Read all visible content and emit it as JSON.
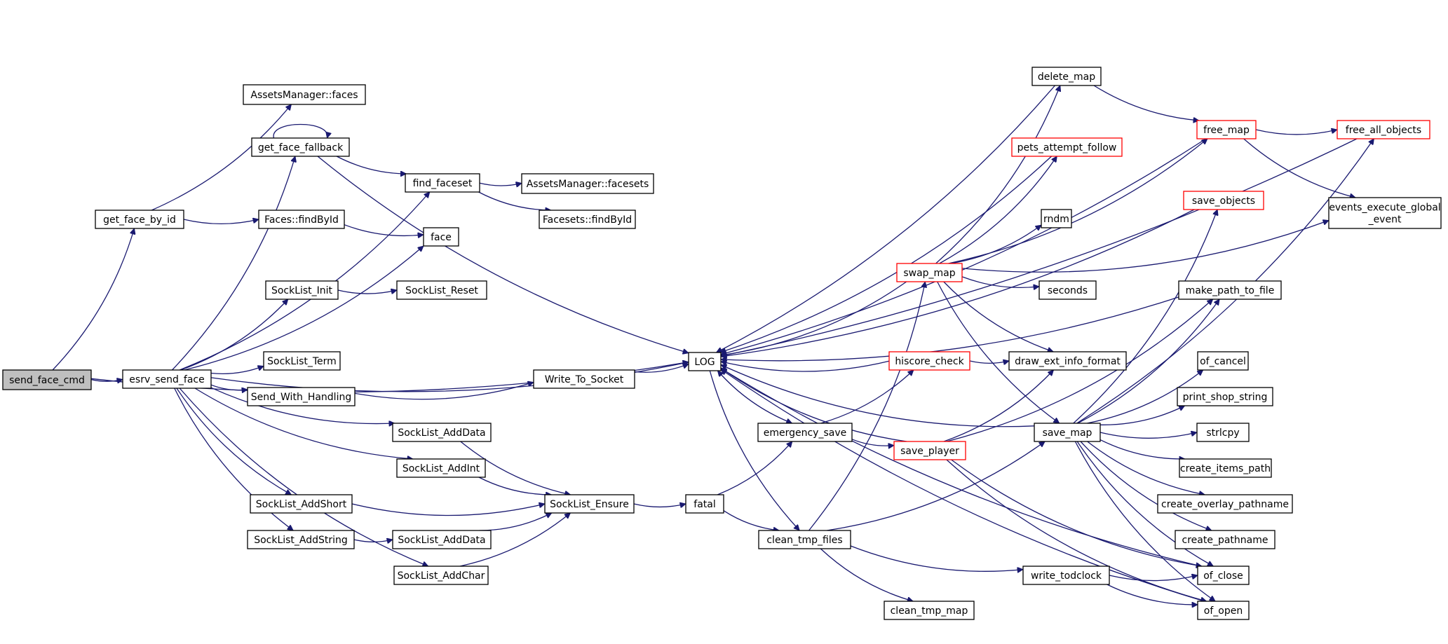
{
  "nodes": [
    {
      "id": "send_face_cmd",
      "lines": [
        "send_face_cmd"
      ],
      "style": "root"
    },
    {
      "id": "get_face_by_id",
      "lines": [
        "get_face_by_id"
      ]
    },
    {
      "id": "esrv_send_face",
      "lines": [
        "esrv_send_face"
      ]
    },
    {
      "id": "am_faces",
      "lines": [
        "AssetsManager::faces"
      ]
    },
    {
      "id": "get_face_fallback",
      "lines": [
        "get_face_fallback"
      ]
    },
    {
      "id": "find_faceset",
      "lines": [
        "find_faceset"
      ]
    },
    {
      "id": "am_facesets",
      "lines": [
        "AssetsManager::facesets"
      ]
    },
    {
      "id": "faces_findbyid",
      "lines": [
        "Faces::findById"
      ]
    },
    {
      "id": "facesets_findbyid",
      "lines": [
        "Facesets::findById"
      ]
    },
    {
      "id": "face",
      "lines": [
        "face"
      ]
    },
    {
      "id": "socklist_init",
      "lines": [
        "SockList_Init"
      ]
    },
    {
      "id": "socklist_reset",
      "lines": [
        "SockList_Reset"
      ]
    },
    {
      "id": "socklist_term",
      "lines": [
        "SockList_Term"
      ]
    },
    {
      "id": "send_with_handling",
      "lines": [
        "Send_With_Handling"
      ]
    },
    {
      "id": "write_to_socket",
      "lines": [
        "Write_To_Socket"
      ]
    },
    {
      "id": "socklist_adddata1",
      "lines": [
        "SockList_AddData"
      ]
    },
    {
      "id": "socklist_addint",
      "lines": [
        "SockList_AddInt"
      ]
    },
    {
      "id": "socklist_addshort",
      "lines": [
        "SockList_AddShort"
      ]
    },
    {
      "id": "socklist_addstring",
      "lines": [
        "SockList_AddString"
      ]
    },
    {
      "id": "socklist_adddata2",
      "lines": [
        "SockList_AddData"
      ]
    },
    {
      "id": "socklist_addchar",
      "lines": [
        "SockList_AddChar"
      ]
    },
    {
      "id": "socklist_ensure",
      "lines": [
        "SockList_Ensure"
      ]
    },
    {
      "id": "fatal",
      "lines": [
        "fatal"
      ]
    },
    {
      "id": "log",
      "lines": [
        "LOG"
      ]
    },
    {
      "id": "emergency_save",
      "lines": [
        "emergency_save"
      ]
    },
    {
      "id": "clean_tmp_files",
      "lines": [
        "clean_tmp_files"
      ]
    },
    {
      "id": "clean_tmp_map",
      "lines": [
        "clean_tmp_map"
      ]
    },
    {
      "id": "swap_map",
      "lines": [
        "swap_map"
      ],
      "style": "red"
    },
    {
      "id": "hiscore_check",
      "lines": [
        "hiscore_check"
      ],
      "style": "red"
    },
    {
      "id": "save_player",
      "lines": [
        "save_player"
      ],
      "style": "red"
    },
    {
      "id": "delete_map",
      "lines": [
        "delete_map"
      ]
    },
    {
      "id": "pets_attempt_follow",
      "lines": [
        "pets_attempt_follow"
      ],
      "style": "red"
    },
    {
      "id": "rndm",
      "lines": [
        "rndm"
      ]
    },
    {
      "id": "seconds",
      "lines": [
        "seconds"
      ]
    },
    {
      "id": "draw_ext_info_format",
      "lines": [
        "draw_ext_info_format"
      ]
    },
    {
      "id": "save_map",
      "lines": [
        "save_map"
      ]
    },
    {
      "id": "write_todclock",
      "lines": [
        "write_todclock"
      ]
    },
    {
      "id": "free_map",
      "lines": [
        "free_map"
      ],
      "style": "red"
    },
    {
      "id": "save_objects",
      "lines": [
        "save_objects"
      ],
      "style": "red"
    },
    {
      "id": "free_all_objects",
      "lines": [
        "free_all_objects"
      ],
      "style": "red"
    },
    {
      "id": "events_execute_global_event",
      "lines": [
        "events_execute_global",
        "_event"
      ]
    },
    {
      "id": "make_path_to_file",
      "lines": [
        "make_path_to_file"
      ]
    },
    {
      "id": "of_cancel",
      "lines": [
        "of_cancel"
      ]
    },
    {
      "id": "print_shop_string",
      "lines": [
        "print_shop_string"
      ]
    },
    {
      "id": "strlcpy",
      "lines": [
        "strlcpy"
      ]
    },
    {
      "id": "create_items_path",
      "lines": [
        "create_items_path"
      ]
    },
    {
      "id": "create_overlay_pathname",
      "lines": [
        "create_overlay_pathname"
      ]
    },
    {
      "id": "create_pathname",
      "lines": [
        "create_pathname"
      ]
    },
    {
      "id": "of_close",
      "lines": [
        "of_close"
      ]
    },
    {
      "id": "of_open",
      "lines": [
        "of_open"
      ]
    }
  ],
  "edges": [
    {
      "from": "send_face_cmd",
      "to": "get_face_by_id"
    },
    {
      "from": "send_face_cmd",
      "to": "esrv_send_face"
    },
    {
      "from": "send_face_cmd",
      "to": "log"
    },
    {
      "from": "get_face_by_id",
      "to": "am_faces"
    },
    {
      "from": "get_face_by_id",
      "to": "faces_findbyid"
    },
    {
      "from": "esrv_send_face",
      "to": "get_face_fallback"
    },
    {
      "from": "esrv_send_face",
      "to": "find_faceset"
    },
    {
      "from": "esrv_send_face",
      "to": "face"
    },
    {
      "from": "esrv_send_face",
      "to": "socklist_init"
    },
    {
      "from": "esrv_send_face",
      "to": "log"
    },
    {
      "from": "esrv_send_face",
      "to": "socklist_term"
    },
    {
      "from": "esrv_send_face",
      "to": "send_with_handling"
    },
    {
      "from": "esrv_send_face",
      "to": "socklist_adddata1"
    },
    {
      "from": "esrv_send_face",
      "to": "socklist_addint"
    },
    {
      "from": "esrv_send_face",
      "to": "socklist_addshort"
    },
    {
      "from": "esrv_send_face",
      "to": "socklist_addstring"
    },
    {
      "from": "esrv_send_face",
      "to": "socklist_addchar"
    },
    {
      "from": "get_face_fallback",
      "to": "get_face_fallback"
    },
    {
      "from": "get_face_fallback",
      "to": "find_faceset"
    },
    {
      "from": "get_face_fallback",
      "to": "log"
    },
    {
      "from": "find_faceset",
      "to": "am_facesets"
    },
    {
      "from": "find_faceset",
      "to": "facesets_findbyid"
    },
    {
      "from": "faces_findbyid",
      "to": "face"
    },
    {
      "from": "socklist_init",
      "to": "socklist_reset"
    },
    {
      "from": "send_with_handling",
      "to": "write_to_socket"
    },
    {
      "from": "write_to_socket",
      "to": "log"
    },
    {
      "from": "socklist_adddata1",
      "to": "socklist_ensure"
    },
    {
      "from": "socklist_addint",
      "to": "socklist_ensure"
    },
    {
      "from": "socklist_addshort",
      "to": "socklist_ensure"
    },
    {
      "from": "socklist_addstring",
      "to": "socklist_adddata2"
    },
    {
      "from": "socklist_adddata2",
      "to": "socklist_ensure"
    },
    {
      "from": "socklist_addchar",
      "to": "socklist_ensure"
    },
    {
      "from": "socklist_ensure",
      "to": "fatal"
    },
    {
      "from": "fatal",
      "to": "emergency_save"
    },
    {
      "from": "fatal",
      "to": "clean_tmp_files"
    },
    {
      "from": "log",
      "to": "emergency_save"
    },
    {
      "from": "log",
      "to": "clean_tmp_files"
    },
    {
      "from": "emergency_save",
      "to": "log"
    },
    {
      "from": "emergency_save",
      "to": "hiscore_check"
    },
    {
      "from": "emergency_save",
      "to": "save_player"
    },
    {
      "from": "clean_tmp_files",
      "to": "swap_map"
    },
    {
      "from": "clean_tmp_files",
      "to": "save_map"
    },
    {
      "from": "clean_tmp_files",
      "to": "write_todclock"
    },
    {
      "from": "clean_tmp_files",
      "to": "clean_tmp_map"
    },
    {
      "from": "hiscore_check",
      "to": "log"
    },
    {
      "from": "hiscore_check",
      "to": "draw_ext_info_format"
    },
    {
      "from": "save_player",
      "to": "log"
    },
    {
      "from": "save_player",
      "to": "draw_ext_info_format"
    },
    {
      "from": "save_player",
      "to": "make_path_to_file"
    },
    {
      "from": "save_player",
      "to": "of_close"
    },
    {
      "from": "save_player",
      "to": "of_open"
    },
    {
      "from": "swap_map",
      "to": "log"
    },
    {
      "from": "swap_map",
      "to": "delete_map"
    },
    {
      "from": "swap_map",
      "to": "pets_attempt_follow"
    },
    {
      "from": "swap_map",
      "to": "free_map"
    },
    {
      "from": "swap_map",
      "to": "rndm"
    },
    {
      "from": "swap_map",
      "to": "seconds"
    },
    {
      "from": "swap_map",
      "to": "events_execute_global_event"
    },
    {
      "from": "swap_map",
      "to": "draw_ext_info_format"
    },
    {
      "from": "swap_map",
      "to": "save_map"
    },
    {
      "from": "delete_map",
      "to": "log"
    },
    {
      "from": "delete_map",
      "to": "free_map"
    },
    {
      "from": "pets_attempt_follow",
      "to": "log"
    },
    {
      "from": "free_map",
      "to": "log"
    },
    {
      "from": "free_map",
      "to": "free_all_objects"
    },
    {
      "from": "free_map",
      "to": "events_execute_global_event"
    },
    {
      "from": "free_all_objects",
      "to": "log"
    },
    {
      "from": "save_objects",
      "to": "log"
    },
    {
      "from": "save_map",
      "to": "log"
    },
    {
      "from": "save_map",
      "to": "save_objects"
    },
    {
      "from": "save_map",
      "to": "free_all_objects"
    },
    {
      "from": "save_map",
      "to": "make_path_to_file"
    },
    {
      "from": "save_map",
      "to": "of_cancel"
    },
    {
      "from": "save_map",
      "to": "print_shop_string"
    },
    {
      "from": "save_map",
      "to": "strlcpy"
    },
    {
      "from": "save_map",
      "to": "create_items_path"
    },
    {
      "from": "save_map",
      "to": "create_overlay_pathname"
    },
    {
      "from": "save_map",
      "to": "create_pathname"
    },
    {
      "from": "save_map",
      "to": "of_close"
    },
    {
      "from": "save_map",
      "to": "of_open"
    },
    {
      "from": "make_path_to_file",
      "to": "log"
    },
    {
      "from": "of_close",
      "to": "log"
    },
    {
      "from": "of_open",
      "to": "log"
    },
    {
      "from": "write_todclock",
      "to": "of_close"
    },
    {
      "from": "write_todclock",
      "to": "of_open"
    }
  ]
}
